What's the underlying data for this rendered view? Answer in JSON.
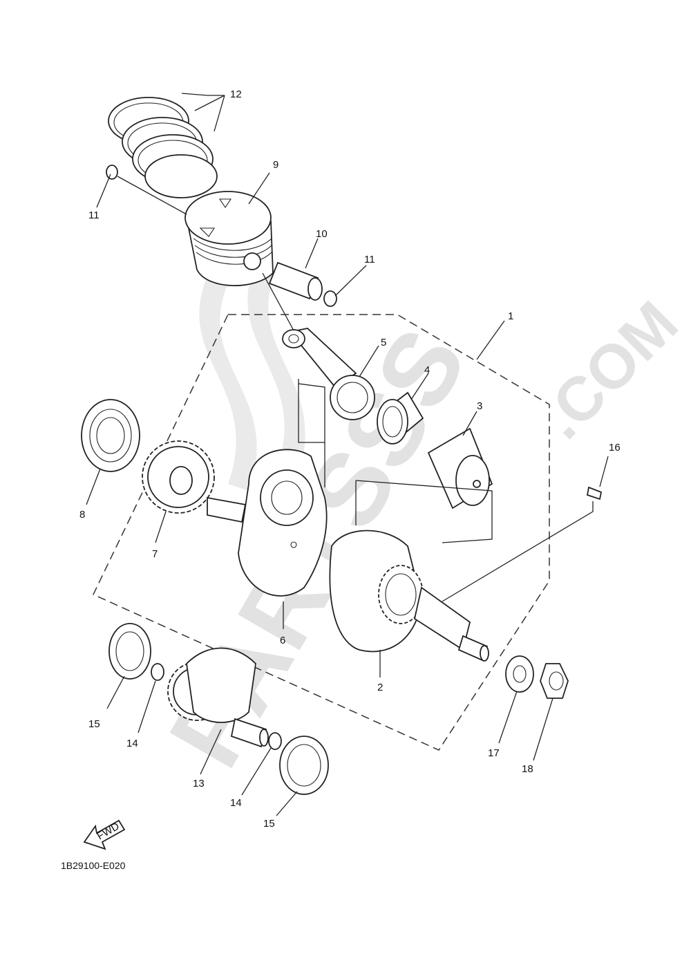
{
  "diagram": {
    "code": "1B29100-E020",
    "fwd_label": "FWD",
    "watermark": {
      "brand": "PARTSSS",
      "domain": ".COM"
    },
    "callouts": {
      "c1": "1",
      "c2": "2",
      "c3": "3",
      "c4": "4",
      "c5": "5",
      "c6": "6",
      "c7": "7",
      "c8": "8",
      "c9": "9",
      "c10": "10",
      "c11a": "11",
      "c11b": "11",
      "c12": "12",
      "c13": "13",
      "c14a": "14",
      "c14b": "14",
      "c15a": "15",
      "c15b": "15",
      "c16": "16",
      "c17": "17",
      "c18": "18"
    }
  }
}
